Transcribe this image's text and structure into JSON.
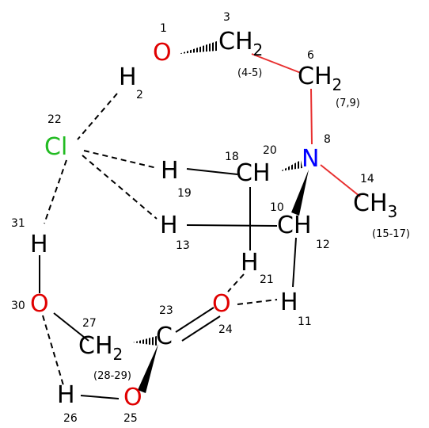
{
  "colors": {
    "carbon": "#000000",
    "hydrogen": "#000000",
    "oxygen": "#e00000",
    "nitrogen": "#0000ff",
    "chlorine": "#22bb22",
    "red_bond": "#e83030"
  },
  "atoms": {
    "o1": "O",
    "h2": "H",
    "c3": "CH",
    "c3_sub": "2",
    "c6": "CH",
    "c6_sub": "2",
    "n8": "N",
    "c10": "CH",
    "h11": "H",
    "h13": "H",
    "c14": "CH",
    "c14_sub": "3",
    "c18": "CH",
    "h19": "H",
    "h21": "H",
    "cl22": "Cl",
    "c23": "C",
    "o24": "O",
    "o25": "O",
    "h26": "H",
    "c27": "CH",
    "c27_sub": "2",
    "o30": "O",
    "h31": "H"
  },
  "numbers": {
    "n1": "1",
    "n2": "2",
    "n3": "3",
    "n4_5": "(4-5)",
    "n6": "6",
    "n7_9": "(7,9)",
    "n8": "8",
    "n10": "10",
    "n11": "11",
    "n12": "12",
    "n13": "13",
    "n14": "14",
    "n15_17": "(15-17)",
    "n18": "18",
    "n19": "19",
    "n20": "20",
    "n21": "21",
    "n22": "22",
    "n23": "23",
    "n24": "24",
    "n25": "25",
    "n26": "26",
    "n27": "27",
    "n28_29": "(28-29)",
    "n30": "30",
    "n31": "31"
  }
}
